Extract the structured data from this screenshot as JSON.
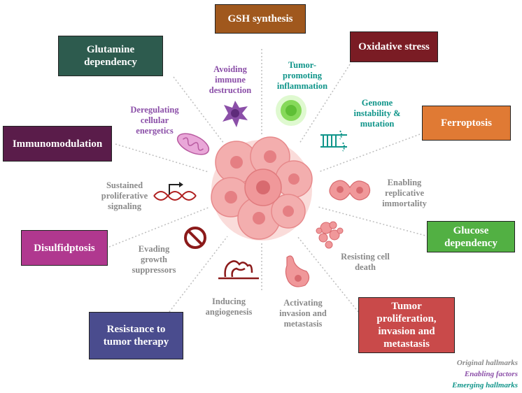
{
  "boxes": {
    "gsh": {
      "label": "GSH synthesis",
      "color": "#a0581d"
    },
    "glutamine": {
      "label": "Glutamine dependency",
      "color": "#2d5b4e"
    },
    "oxidative": {
      "label": "Oxidative stress",
      "color": "#7a1c24"
    },
    "ferroptosis": {
      "label": "Ferroptosis",
      "color": "#e07a34"
    },
    "immunomodulation": {
      "label": "Immunomodulation",
      "color": "#5a1c4a"
    },
    "glucose": {
      "label": "Glucose dependency",
      "color": "#52b043"
    },
    "disulfidptosis": {
      "label": "Disulfidptosis",
      "color": "#b0388f"
    },
    "resistance": {
      "label": "Resistance to tumor therapy",
      "color": "#4a4c8e"
    },
    "tumor": {
      "label": "Tumor proliferation, invasion and metastasis",
      "color": "#c94a4a"
    }
  },
  "hallmarks": {
    "avoiding_immune": "Avoiding immune destruction",
    "tumor_inflammation": "Tumor-promoting inflammation",
    "deregulating_energetics": "Deregulating cellular energetics",
    "genome_instability": "Genome instability & mutation",
    "sustained_signaling": "Sustained proliferative signaling",
    "replicative_immortality": "Enabling replicative immortality",
    "evading_suppressors": "Evading growth suppressors",
    "resisting_death": "Resisting cell death",
    "angiogenesis": "Inducing angiogenesis",
    "invasion": "Activating invasion and metastasis"
  },
  "legend": {
    "original": "Original hallmarks",
    "enabling": "Enabling factors",
    "emerging": "Emerging hallmarks"
  },
  "colors": {
    "original": "#8a8a8a",
    "enabling": "#8b4fa8",
    "emerging": "#10958a",
    "cell_fill": "#f0989a",
    "dotted_line": "#bdbdbd"
  }
}
